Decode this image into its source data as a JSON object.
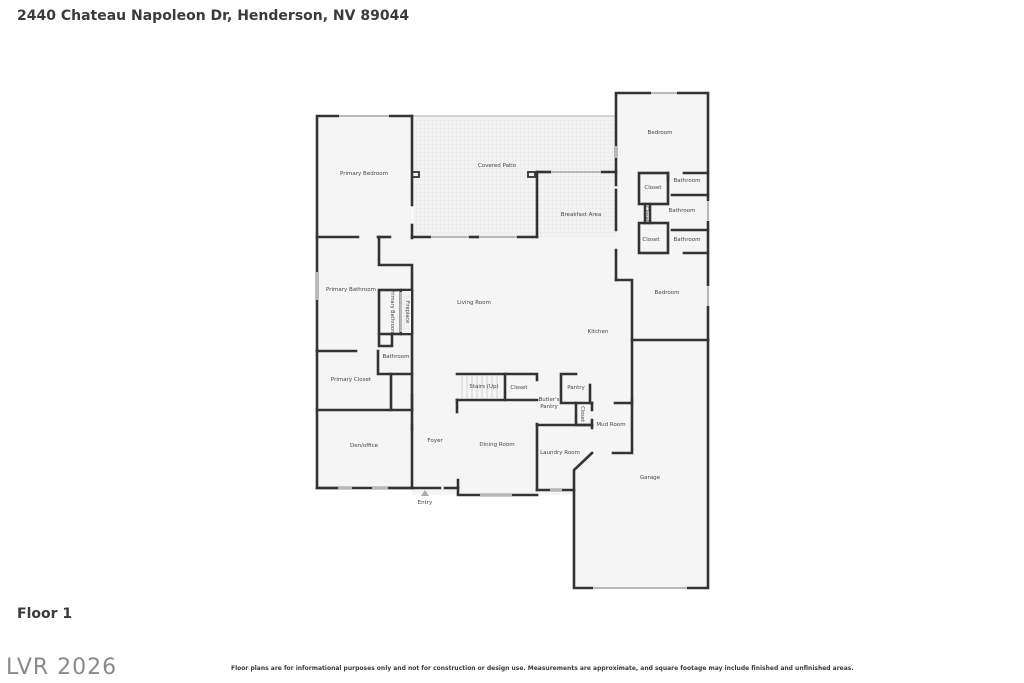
{
  "header": {
    "address": "2440 Chateau Napoleon Dr, Henderson, NV 89044"
  },
  "floor": {
    "label": "Floor 1"
  },
  "watermark": "LVR 2026",
  "disclaimer": "Floor plans are for informational purposes only and not for construction or design use. Measurements are approximate, and square footage may include finished and unfinished areas.",
  "colors": {
    "wall": "#333333",
    "floor": "#f5f5f5",
    "patio": "#eeeeee",
    "window": "#d8d8d8",
    "text": "#3a3a3a"
  },
  "rooms": {
    "primary_bedroom": "Primary Bedroom",
    "covered_patio": "Covered Patio",
    "breakfast_area": "Breakfast Area",
    "bedroom_1": "Bedroom",
    "closet_1": "Closet",
    "bathroom_1": "Bathroom",
    "closet_2": "Closet",
    "bathroom_2": "Bathroom",
    "closet_3": "Closet",
    "bathroom_3": "Bathroom",
    "bedroom_2": "Bedroom",
    "primary_bathroom": "Primary Bathroom",
    "primary_bathroom_small": "Primary Bathroom",
    "fireplace": "Fireplace",
    "living_room": "Living Room",
    "kitchen": "Kitchen",
    "bathroom_4": "Bathroom",
    "primary_closet": "Primary Closet",
    "stairs": "Stairs (Up)",
    "closet_4": "Closet",
    "butlers_pantry_1": "Butler's",
    "butlers_pantry_2": "Pantry",
    "pantry": "Pantry",
    "closet_5": "Closet",
    "mud_room": "Mud Room",
    "den_office": "Den/office",
    "foyer": "Foyer",
    "dining_room": "Dining Room",
    "laundry_room": "Laundry Room",
    "garage": "Garage",
    "entry": "Entry"
  }
}
